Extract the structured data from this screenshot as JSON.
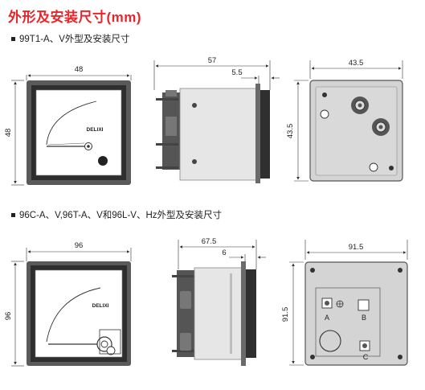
{
  "heading": "外形及安装尺寸(mm)",
  "sections": [
    {
      "label": "99T1-A、V外型及安装尺寸",
      "front": {
        "width": "48",
        "height": "48",
        "brand": "DELIXI"
      },
      "side": {
        "depth": "57",
        "flange": "5.5"
      },
      "back": {
        "width": "43.5",
        "height": "43.5"
      }
    },
    {
      "label": "96C-A、V,96T-A、V和96L-V、Hz外型及安装尺寸",
      "front": {
        "width": "96",
        "height": "96",
        "brand": "DELIXI"
      },
      "side": {
        "depth": "67.5",
        "flange": "6"
      },
      "back": {
        "width": "91.5",
        "height": "91.5",
        "terminals": [
          "A",
          "B",
          "C"
        ]
      }
    }
  ]
}
